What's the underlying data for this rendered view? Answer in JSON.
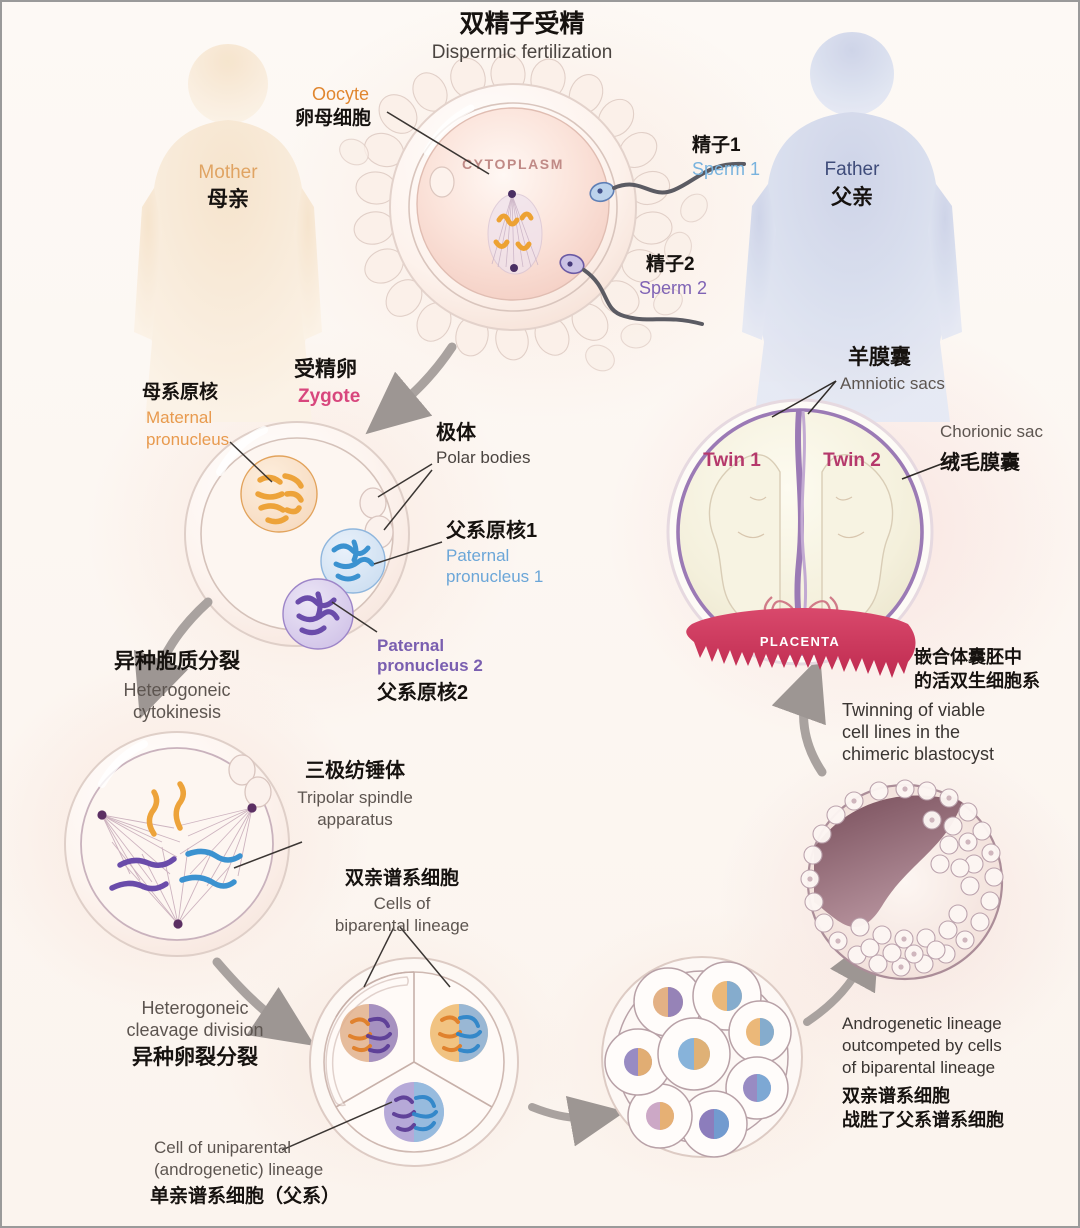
{
  "title": {
    "cn": "双精子受精",
    "en": "Dispermic fertilization"
  },
  "parents": {
    "mother": {
      "en": "Mother",
      "cn": "母亲",
      "color": "#e6a663"
    },
    "father": {
      "en": "Father",
      "cn": "父亲",
      "color": "#3f4c7a"
    }
  },
  "oocyte": {
    "en": "Oocyte",
    "cn": "卵母细胞",
    "color": "#e08c3c",
    "cytoplasm_label": "CYTOPLASM",
    "cytoplasm_color": "#c08a86"
  },
  "sperm": [
    {
      "cn": "精子1",
      "en": "Sperm 1",
      "color": "#79b3de"
    },
    {
      "cn": "精子2",
      "en": "Sperm 2",
      "color": "#7f63b5"
    }
  ],
  "zygote": {
    "cn": "受精卵",
    "en": "Zygote",
    "color": "#d8477d",
    "labels": {
      "maternal": {
        "cn": "母系原核",
        "en1": "Maternal",
        "en2": "pronucleus",
        "color": "#e89a4e"
      },
      "polar": {
        "cn": "极体",
        "en": "Polar bodies",
        "color": "#4a4440"
      },
      "paternal1": {
        "cn": "父系原核1",
        "en1": "Paternal",
        "en2": "pronucleus 1",
        "color": "#6ba6d8"
      },
      "paternal2": {
        "cn": "父系原核2",
        "en1": "Paternal",
        "en2": "pronucleus 2",
        "color": "#7a5fb0"
      }
    }
  },
  "heterogoneic_cytokinesis": {
    "cn": "异种胞质分裂",
    "en1": "Heterogoneic",
    "en2": "cytokinesis"
  },
  "tripolar": {
    "cn": "三极纺锤体",
    "en1": "Tripolar spindle",
    "en2": "apparatus"
  },
  "biparental": {
    "cn": "双亲谱系细胞",
    "en1": "Cells of",
    "en2": "biparental lineage"
  },
  "cleavage": {
    "en1": "Heterogoneic",
    "en2": "cleavage division",
    "cn": "异种卵裂分裂"
  },
  "uniparental": {
    "en1": "Cell of uniparental",
    "en2": "(androgenetic) lineage",
    "cn": "单亲谱系细胞（父系）"
  },
  "androgenetic_outcompeted": {
    "en1": "Androgenetic lineage",
    "en2": "outcompeted by cells",
    "en3": "of  biparental lineage",
    "cn1": "双亲谱系细胞",
    "cn2": "战胜了父系谱系细胞"
  },
  "twinning": {
    "cn1": "嵌合体囊胚中",
    "cn2": "的活双生细胞系",
    "en1": "Twinning of viable",
    "en2": "cell lines in the",
    "en3": "chimeric blastocyst"
  },
  "twins": {
    "amniotic": {
      "cn": "羊膜囊",
      "en": "Amniotic sacs"
    },
    "chorionic": {
      "en": "Chorionic sac",
      "cn": "绒毛膜囊"
    },
    "twin1": "Twin 1",
    "twin2": "Twin 2",
    "twin_color": "#b5386b",
    "placenta": "PLACENTA",
    "placenta_color": "#cf3d62"
  },
  "palette": {
    "maternal_orange": "#e79a3f",
    "paternal_blue": "#4d9ed6",
    "paternal_purple": "#6e4fa8",
    "membrane": "#b9a7b5",
    "arrow": "#9d9693"
  }
}
